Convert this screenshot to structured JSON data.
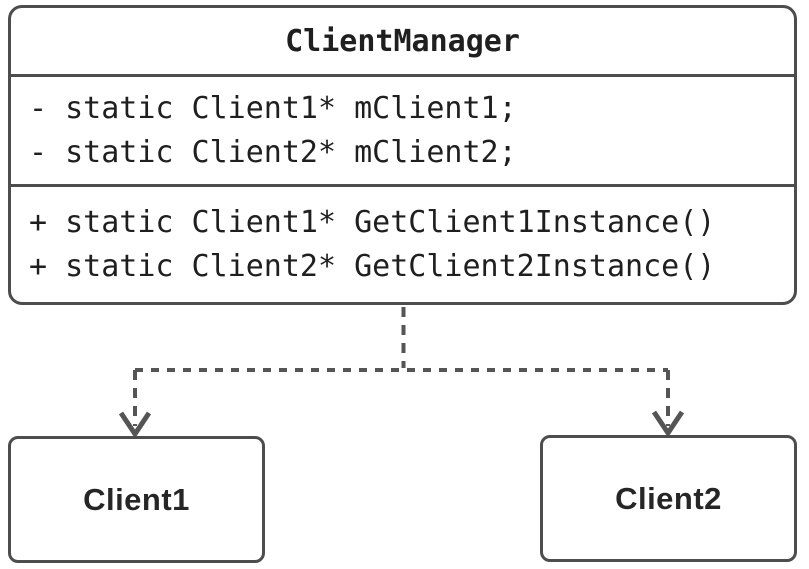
{
  "diagram": {
    "type": "uml-class-diagram",
    "class_box": {
      "title": "ClientManager",
      "attributes": [
        "- static Client1* mClient1;",
        "- static Client2* mClient2;"
      ],
      "methods": [
        "+ static Client1* GetClient1Instance()",
        "+ static Client2* GetClient2Instance()"
      ]
    },
    "nodes": [
      {
        "id": "client1",
        "label": "Client1"
      },
      {
        "id": "client2",
        "label": "Client2"
      }
    ],
    "edges": [
      {
        "from": "ClientManager",
        "to": "Client1",
        "style": "dashed-arrow"
      },
      {
        "from": "ClientManager",
        "to": "Client2",
        "style": "dashed-arrow"
      }
    ],
    "colors": {
      "border": "#4d4d4d",
      "connector": "#555555",
      "text": "#1f1f1f",
      "background": "#ffffff"
    }
  }
}
